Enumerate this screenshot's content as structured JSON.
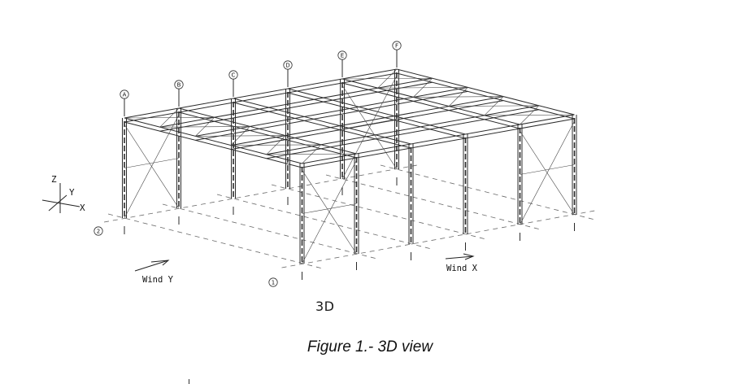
{
  "gridlines": {
    "letters": [
      "A",
      "B",
      "C",
      "D",
      "E",
      "F"
    ],
    "numbers": [
      "1",
      "2"
    ]
  },
  "axes": {
    "z": "Z",
    "y": "Y",
    "x": "X"
  },
  "wind": {
    "y_label": "Wind Y",
    "x_label": "Wind X"
  },
  "view_label": "3D",
  "caption": "Figure 1.- 3D view",
  "colors": {
    "line": "#2b2b2b",
    "dashed": "#6a6a6a",
    "background": "#ffffff"
  }
}
